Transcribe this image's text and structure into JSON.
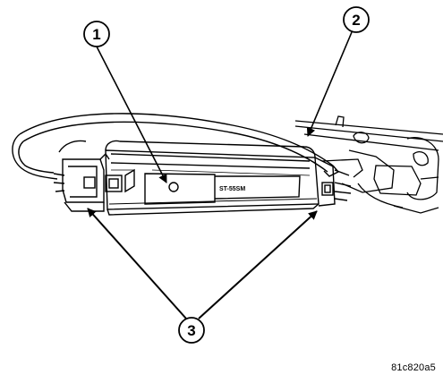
{
  "figure": {
    "callouts": [
      {
        "label": "1",
        "target": "module"
      },
      {
        "label": "2",
        "target": "bracket-wire"
      },
      {
        "label": "3",
        "target": "mounting-fasteners"
      }
    ],
    "module_label": "ST-55SM",
    "figure_id": "81c820a5"
  },
  "colors": {
    "line": "#000000",
    "background": "#ffffff"
  }
}
